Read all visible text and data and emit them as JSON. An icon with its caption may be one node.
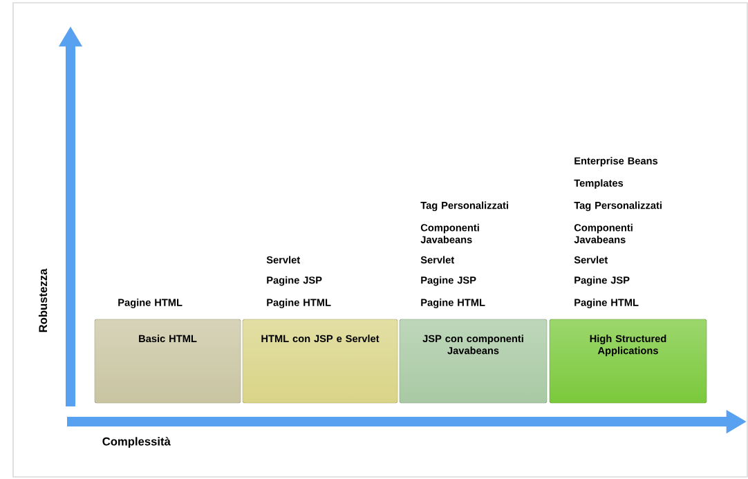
{
  "diagram": {
    "nodes": [
      {
        "text": [
          "Basic HTML"
        ],
        "beside": [
          "Pagine HTML"
        ]
      },
      {
        "text": [
          "HTML con JSP e Servlet"
        ],
        "beside": [
          "Servlet",
          "Pagine JSP",
          "Pagine HTML"
        ]
      },
      {
        "text": [
          "JSP con componenti Javabeans"
        ],
        "beside": [
          "Tag Personalizzati",
          "Componenti Javabeans",
          "Servlet",
          "Pagine JSP",
          "Pagine HTML"
        ]
      },
      {
        "text": [
          "High Structured Applications"
        ],
        "beside": [
          "Enterprise Beans",
          "Templates",
          "Tag Personalizzati",
          "Componenti Javabeans",
          "Servlet",
          "Pagine JSP",
          "Pagine HTML"
        ]
      }
    ],
    "edges": [],
    "labels": [
      "Robustezza",
      "Complessità"
    ]
  }
}
